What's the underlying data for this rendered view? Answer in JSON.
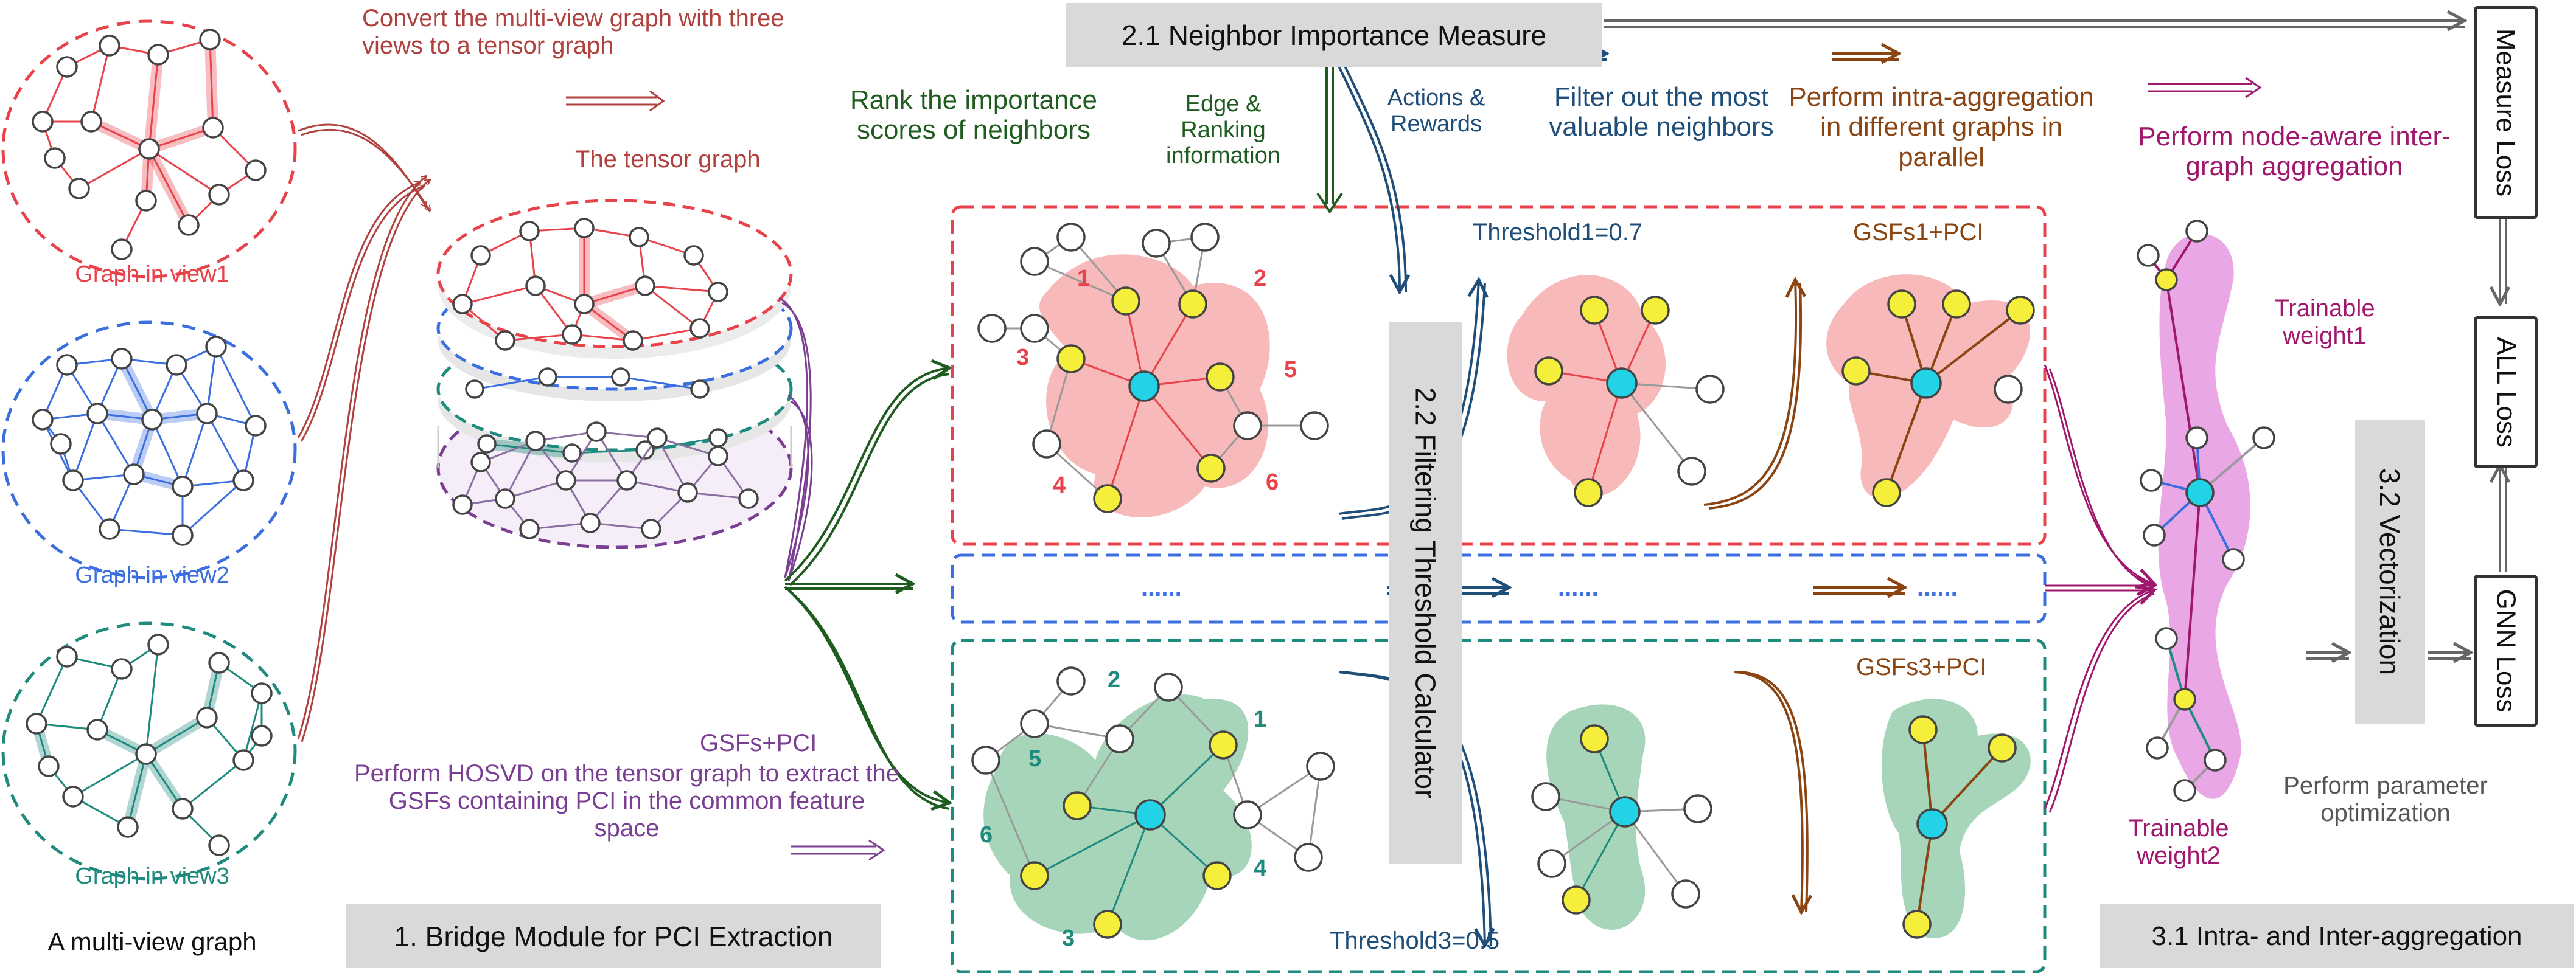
{
  "left": {
    "caption": "A multi-view graph",
    "view1": "Graph in view1",
    "view2": "Graph in view2",
    "view3": "Graph in view3"
  },
  "convert_text": "Convert the multi-view graph with three views to a tensor graph",
  "tensor_label": "The tensor graph",
  "gsfs_pci": "GSFs+PCI",
  "hosvd_text": "Perform HOSVD on the tensor graph to extract the GSFs containing PCI in the common feature space",
  "bridge_module": "1. Bridge Module for PCI Extraction",
  "neighbor_measure": "2.1 Neighbor Importance Measure",
  "rank_text": "Rank the importance scores of neighbors",
  "edge_ranking": "Edge & Ranking information",
  "actions_rewards": "Actions & Rewards",
  "filter_text": "Filter out the most valuable neighbors",
  "intra_text": "Perform intra-aggregation in different graphs in parallel",
  "node_aware": "Perform node-aware inter-graph aggregation",
  "threshold_calc": "2.2 Filtering Threshold Calculator",
  "threshold1": "Threshold1=0.7",
  "threshold3": "Threshold3=0.5",
  "gsfs1": "GSFs1+PCI",
  "gsfs3": "GSFs3+PCI",
  "dots": "......",
  "red_numbers": [
    "1",
    "2",
    "3",
    "5",
    "4",
    "6"
  ],
  "green_numbers": [
    "2",
    "1",
    "5",
    "6",
    "4",
    "3"
  ],
  "trainable1": "Trainable weight1",
  "trainable2": "Trainable weight2",
  "vectorization": "3.2 Vectorization",
  "param_opt": "Perform parameter optimization",
  "intra_inter": "3.1 Intra- and Inter-aggregation",
  "losses": {
    "measure": "Measure Loss",
    "all": "ALL Loss",
    "gnn": "GNN Loss"
  },
  "colors": {
    "red": "#e8424a",
    "blue": "#3b6fe0",
    "teal": "#1f8a7e",
    "purple": "#7a3f93",
    "magenta": "#a0186e",
    "darkgreen": "#1f5c1f",
    "navy": "#1f4e79",
    "brown": "#8b4513",
    "convert": "#b0413e",
    "gray": "#9a9a9a"
  }
}
